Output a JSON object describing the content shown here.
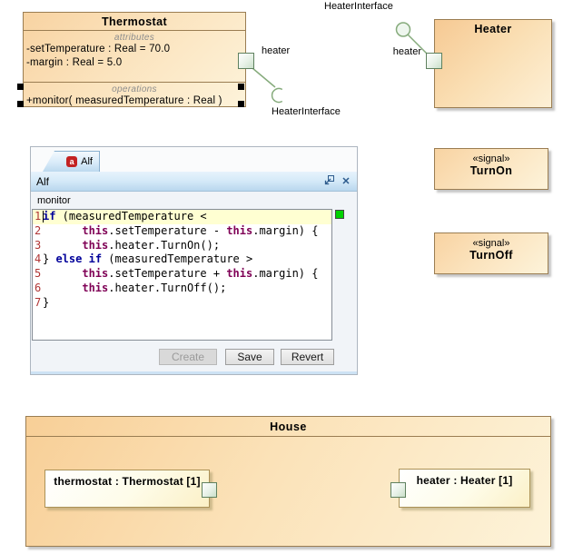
{
  "thermostat_class": {
    "title": "Thermostat",
    "attributes_label": "attributes",
    "attributes": [
      "-setTemperature : Real = 70.0",
      "-margin : Real = 5.0"
    ],
    "operations_label": "operations",
    "operations": [
      "+monitor( measuredTemperature : Real )"
    ],
    "port_label": "heater",
    "required_interface_label": "HeaterInterface"
  },
  "heater_class": {
    "title": "Heater",
    "port_label": "heater",
    "provided_interface_label": "HeaterInterface"
  },
  "signals": [
    {
      "stereotype": "«signal»",
      "name": "TurnOn"
    },
    {
      "stereotype": "«signal»",
      "name": "TurnOff"
    }
  ],
  "house_block": {
    "title": "House",
    "parts": [
      {
        "label": "thermostat : Thermostat [1]"
      },
      {
        "label": "heater : Heater [1]"
      }
    ]
  },
  "alf_editor": {
    "tab_label": "Alf",
    "tab_icon": "a",
    "window_title": "Alf",
    "context_label": "monitor",
    "highlighted_line": 1,
    "code_lines": [
      "if (measuredTemperature <",
      "      this.setTemperature - this.margin) {",
      "      this.heater.TurnOn();",
      "} else if (measuredTemperature >",
      "      this.setTemperature + this.margin) {",
      "      this.heater.TurnOff();",
      "}"
    ],
    "buttons": {
      "create": "Create",
      "save": "Save",
      "revert": "Revert"
    },
    "close_icon": "✕"
  },
  "colors": {
    "keyword_blue": "#00009a",
    "this_purple": "#7f0055",
    "line_number_red": "#b03535",
    "highlight_line_bg": "#ffffd2",
    "marker_green": "#00d200",
    "box_border_brown": "#9a7d52",
    "connector_green": "#86ab7c",
    "box_fill_orange": "#f8d3a2",
    "box_fill_cream": "#fdf3da",
    "panel_header_blue": "#b9d7ee",
    "alf_badge_red": "#c32222"
  }
}
